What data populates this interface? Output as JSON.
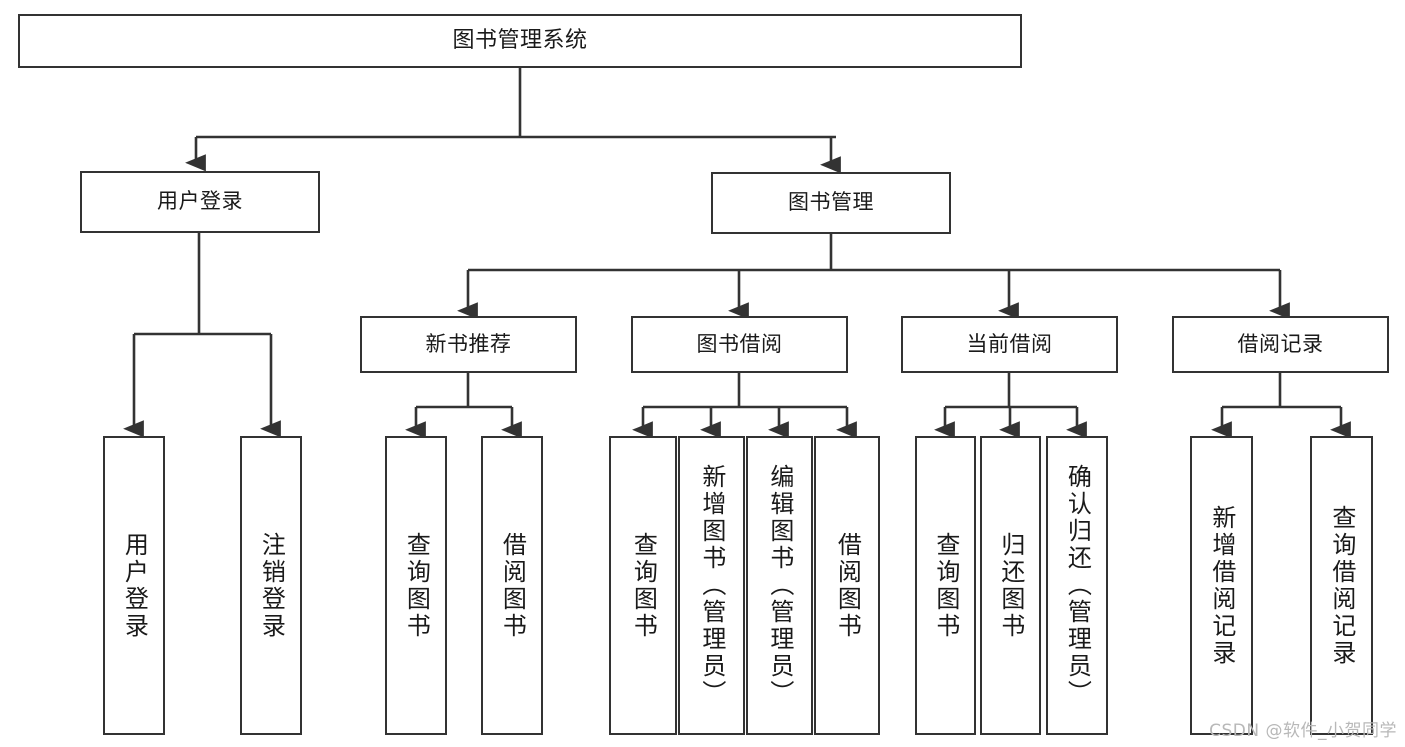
{
  "diagram": {
    "title": "图书管理系统",
    "type": "tree-hierarchy",
    "stroke_color": "#333333",
    "fill_color": "#ffffff",
    "text_color": "#1a1a1a",
    "watermark": "CSDN @软件_小贺同学"
  },
  "nodes": {
    "root": {
      "label": "图书管理系统"
    },
    "level2": [
      {
        "id": "user-login",
        "label": "用户登录"
      },
      {
        "id": "book-manage",
        "label": "图书管理"
      }
    ],
    "level3": [
      {
        "id": "new-book-recommend",
        "label": "新书推荐"
      },
      {
        "id": "book-borrow",
        "label": "图书借阅"
      },
      {
        "id": "current-borrow",
        "label": "当前借阅"
      },
      {
        "id": "borrow-record",
        "label": "借阅记录"
      }
    ],
    "leaves": {
      "user_login": [
        {
          "id": "leaf-user-login",
          "label": "用户登录"
        },
        {
          "id": "leaf-logout-login",
          "label": "注销登录"
        }
      ],
      "new_book_recommend": [
        {
          "id": "leaf-query-book-1",
          "label": "查询图书"
        },
        {
          "id": "leaf-borrow-book-1",
          "label": "借阅图书"
        }
      ],
      "book_borrow": [
        {
          "id": "leaf-query-book-2",
          "label": "查询图书"
        },
        {
          "id": "leaf-add-book",
          "label": "新增图书（管理员）"
        },
        {
          "id": "leaf-edit-book",
          "label": "编辑图书（管理员）"
        },
        {
          "id": "leaf-borrow-book-2",
          "label": "借阅图书"
        }
      ],
      "current_borrow": [
        {
          "id": "leaf-query-book-3",
          "label": "查询图书"
        },
        {
          "id": "leaf-return-book",
          "label": "归还图书"
        },
        {
          "id": "leaf-confirm-return",
          "label": "确认归还（管理员）"
        }
      ],
      "borrow_record": [
        {
          "id": "leaf-add-record",
          "label": "新增借阅记录"
        },
        {
          "id": "leaf-query-record",
          "label": "查询借阅记录"
        }
      ]
    }
  }
}
